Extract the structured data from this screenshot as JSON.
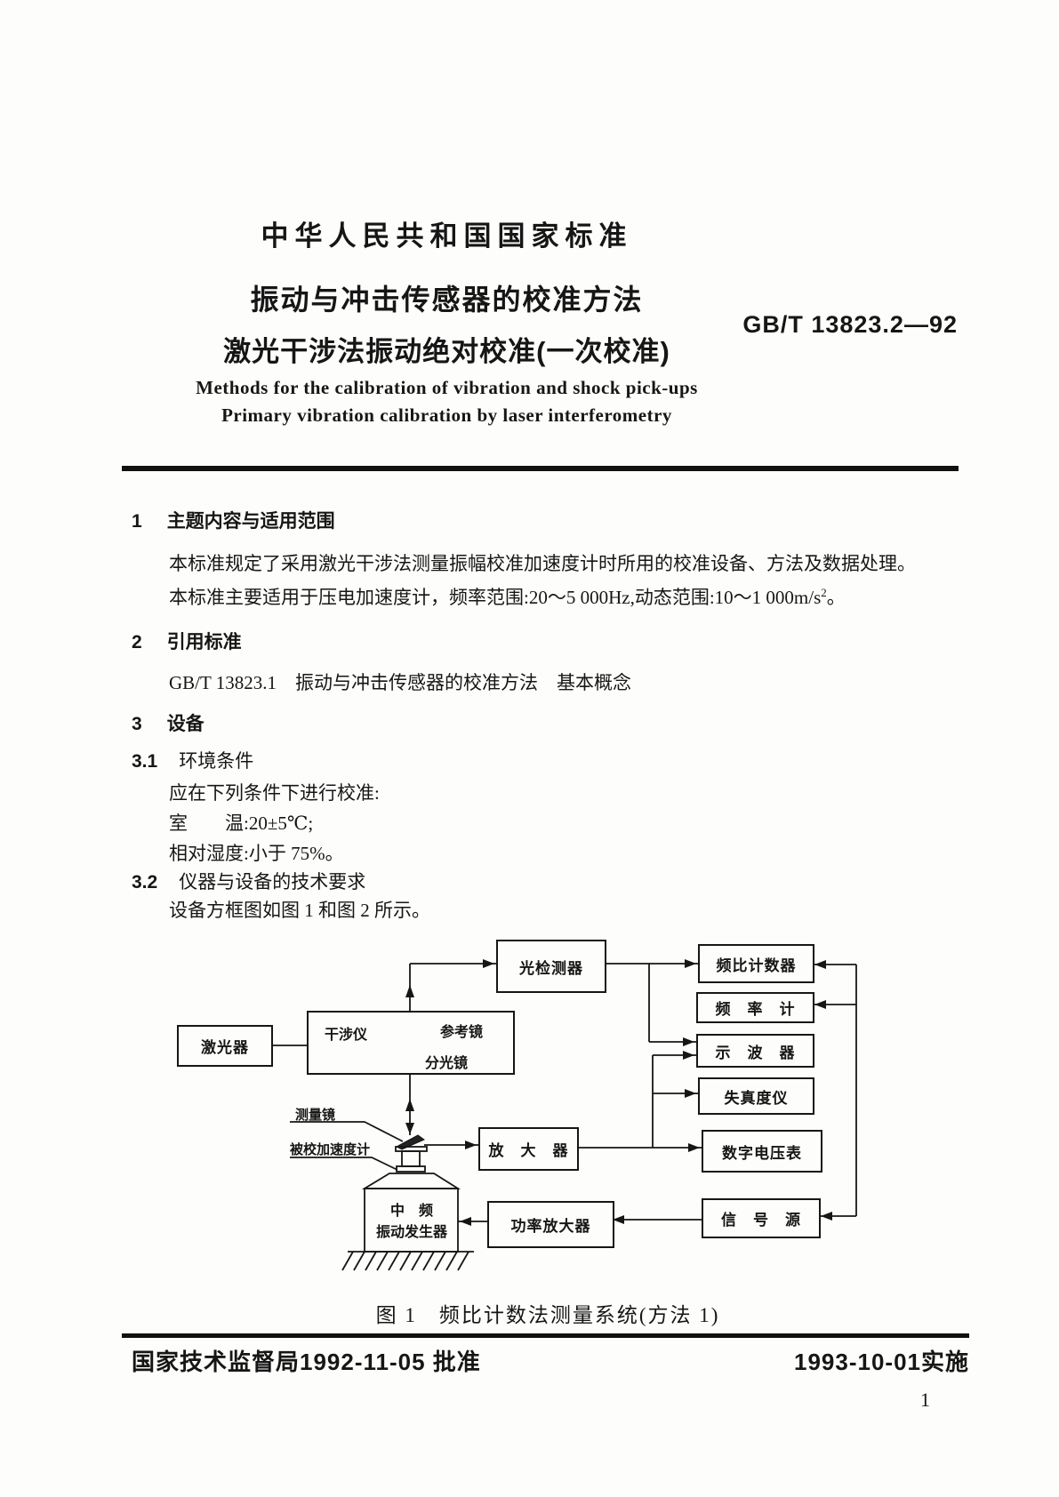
{
  "masthead": {
    "header": "中华人民共和国国家标准",
    "title_line1": "振动与冲击传感器的校准方法",
    "title_line2": "激光干涉法振动绝对校准(一次校准)",
    "standard_number": "GB/T 13823.2—92",
    "english_title_line1": "Methods for the calibration of vibration and shock pick-ups",
    "english_title_line2": "Primary vibration calibration by laser interferometry"
  },
  "sections": {
    "s1": {
      "number": "1",
      "title": "主题内容与适用范围",
      "para1": "本标准规定了采用激光干涉法测量振幅校准加速度计时所用的校准设备、方法及数据处理。",
      "para2_prefix": "本标准主要适用于压电加速度计，频率范围:20～5 000Hz,动态范围:10～1 000m/s",
      "para2_sup": "2",
      "para2_suffix": "。"
    },
    "s2": {
      "number": "2",
      "title": "引用标准",
      "reference": "GB/T 13823.1　振动与冲击传感器的校准方法　基本概念"
    },
    "s3": {
      "number": "3",
      "title": "设备",
      "s31_number": "3.1",
      "s31_title": "环境条件",
      "line1": "应在下列条件下进行校准:",
      "line2": "室　　温:20±5℃;",
      "line3": "相对湿度:小于 75%。",
      "s32_number": "3.2",
      "s32_title": "仪器与设备的技术要求",
      "line4": "设备方框图如图 1 和图 2 所示。"
    }
  },
  "diagram": {
    "caption": "图 1　频比计数法测量系统(方法 1)",
    "labels": {
      "laser": "激光器",
      "interferometer": "干涉仪",
      "reference_mirror": "参考镜",
      "beam_splitter": "分光镜",
      "photo_detector": "光检测器",
      "ratio_counter": "频比计数器",
      "frequency_meter": "频　率　计",
      "oscilloscope": "示　波　器",
      "distortion_meter": "失真度仪",
      "digital_voltmeter": "数字电压表",
      "signal_source": "信　号　源",
      "amplifier": "放　大　器",
      "power_amplifier": "功率放大器",
      "shaker_line1": "中　频",
      "shaker_line2": "振动发生器",
      "measuring_mirror": "测量镜",
      "test_accelerometer": "被校加速度计"
    }
  },
  "footer": {
    "approval": "国家技术监督局1992-11-05 批准",
    "implementation": "1993-10-01实施",
    "page_number": "1"
  }
}
